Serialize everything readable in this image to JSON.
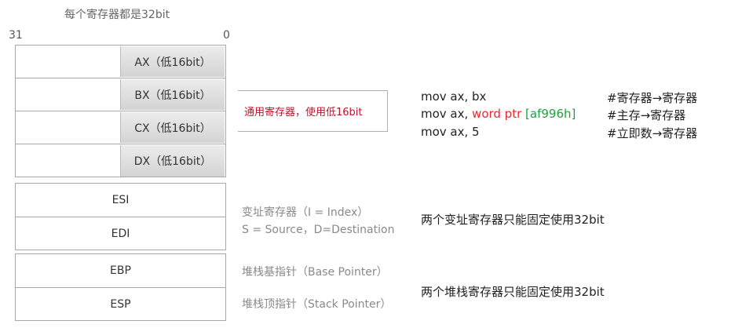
{
  "title": "每个寄存器都是32bit",
  "bit_high": "31",
  "bit_low": "0",
  "general_registers": [
    {
      "label": "AX（低16bit）"
    },
    {
      "label": "BX（低16bit）"
    },
    {
      "label": "CX（低16bit）"
    },
    {
      "label": "DX（低16bit）"
    }
  ],
  "general_note": "通用寄存器，使用低16bit",
  "code_lines": [
    {
      "parts": [
        {
          "text": "mov ax, bx",
          "color": "default"
        }
      ],
      "comment": "#寄存器→寄存器"
    },
    {
      "parts": [
        {
          "text": "mov ax, ",
          "color": "default"
        },
        {
          "text": "word ptr",
          "color": "red"
        },
        {
          "text": " [af996h]",
          "color": "green"
        }
      ],
      "comment": "#主存→寄存器"
    },
    {
      "parts": [
        {
          "text": "mov ax, 5",
          "color": "default"
        }
      ],
      "comment": "#立即数→寄存器"
    }
  ],
  "index_registers": [
    {
      "label": "ESI"
    },
    {
      "label": "EDI"
    }
  ],
  "index_label_line1": "变址寄存器（I = Index）",
  "index_label_line2": "S = Source，D=Destination",
  "index_note": "两个变址寄存器只能固定使用32bit",
  "stack_registers": [
    {
      "label": "EBP"
    },
    {
      "label": "ESP"
    }
  ],
  "stack_label_1": "堆栈基指针（Base Pointer）",
  "stack_label_2": "堆栈顶指针（Stack Pointer）",
  "stack_note": "两个堆栈寄存器只能固定使用32bit",
  "colors": {
    "red": "#e8282f",
    "green": "#1aa23c",
    "note_red": "#c0122e",
    "border": "#a8a8a8"
  }
}
